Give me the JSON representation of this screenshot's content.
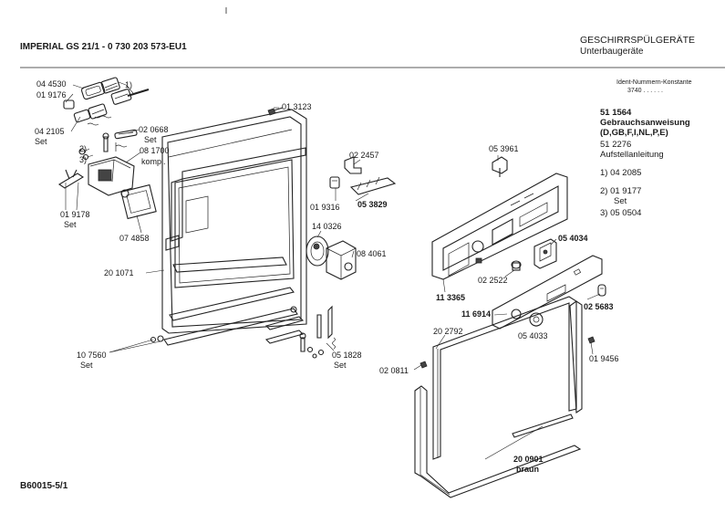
{
  "header": {
    "title_left": "IMPERIAL GS 21/1 - 0 730 203 573-EU1",
    "title_right": "GESCHIRRSPÜLGERÄTE",
    "subtitle_right": "Unterbaugeräte",
    "ident_label": "Ident-Nummern-Konstante",
    "ident_value": "3740   . .   . . . ."
  },
  "side_list": {
    "item_1": "51 1564",
    "item_1_desc_a": "Gebrauchsanweisung",
    "item_1_desc_b": "(D,GB,F,I,NL,P,E)",
    "item_2": "51 2276",
    "item_2_desc": "Aufstellanleitung",
    "note_1": "1) 04 2085",
    "note_2": "2) 01 9177",
    "note_2_set": "Set",
    "note_3": "3) 05 0504"
  },
  "parts": {
    "p044530": "04 4530",
    "p019176": "01 9176",
    "p042105": "04 2105",
    "set_a": "Set",
    "p020668": "02 0668",
    "set_b": "Set",
    "p081700": "08 1700",
    "kompl": "kompl.",
    "n2": "2)",
    "n3": "3)",
    "n1": "1)",
    "p019178": "01 9178",
    "set_c": "Set",
    "p074858": "07 4858",
    "p013123": "01 3123",
    "p022457": "02 2457",
    "p019316": "01 9316",
    "p053829": "05 3829",
    "p140326": "14 0326",
    "p084061": "08 4061",
    "p201071": "20 1071",
    "p107560": "10 7560",
    "set_d": "Set",
    "p051828": "05 1828",
    "set_e": "Set",
    "p053961": "05 3961",
    "p054034": "05 4034",
    "p113365": "11 3365",
    "p022522": "02 2522",
    "p116914": "11 6914",
    "p025683": "02 5683",
    "p054033": "05 4033",
    "p202792": "20 2792",
    "p020811": "02 0811",
    "p019456": "01 9456",
    "p200901": "20 0901",
    "braun": "braun"
  },
  "footer": {
    "code": "B60015-5/1"
  }
}
